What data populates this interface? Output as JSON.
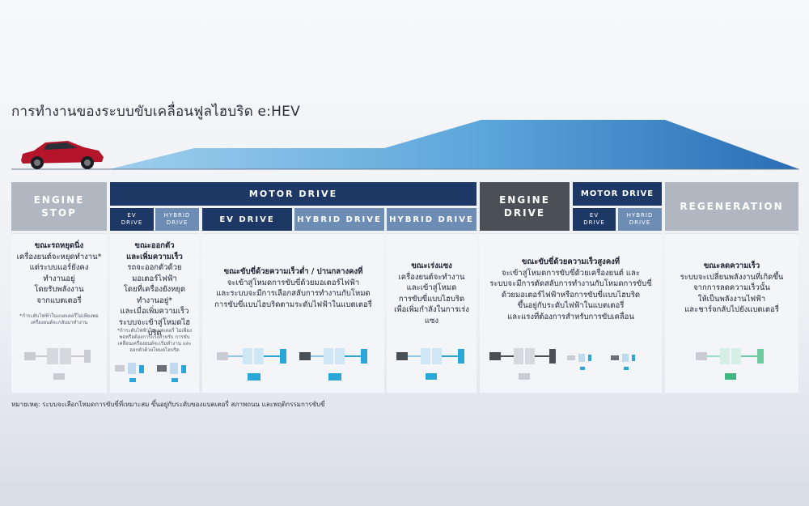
{
  "title": "การทำงานของระบบขับเคลื่อนฟูลไฮบริด e:HEV",
  "colors": {
    "dark_blue": "#1e3866",
    "light_blue": "#6d8db5",
    "grey": "#b1b7c1",
    "charcoal": "#4b4f56"
  },
  "headers": {
    "engine_stop": "ENGINE STOP",
    "motor_drive": "MOTOR DRIVE",
    "ev_drive_small_1": "EV DRIVE",
    "hybrid_drive_small_1": "HYBRID DRIVE",
    "ev_drive": "EV DRIVE",
    "hybrid_drive_1": "HYBRID DRIVE",
    "hybrid_drive_2": "HYBRID DRIVE",
    "engine_drive": "ENGINE DRIVE",
    "motor_drive_2": "MOTOR DRIVE",
    "ev_drive_small_2": "EV DRIVE",
    "hybrid_drive_small_2": "HYBRID DRIVE",
    "regeneration": "REGENERATION"
  },
  "panels": {
    "p1": {
      "heading": "ขณะรถหยุดนิ่ง",
      "lines": [
        "เครื่องยนต์จะหยุดทำงาน*",
        "แต่ระบบแอร์ยังคง",
        "ทำงานอยู่",
        "โดยรับพลังงาน",
        "จากแบตเตอรี่"
      ],
      "note": "*กำระดับไฟฟ้าในแบตเตอรี่ไม่เพียงพอ เครื่องยนต์จะกลับมาทำงาน"
    },
    "p2": {
      "heading": "ขณะออกตัว",
      "heading2": "และเพิ่มความเร็ว",
      "lines": [
        "รถจะออกตัวด้วย",
        "มอเตอร์ไฟฟ้า",
        "โดยที่เครื่องยังหยุด",
        "ทำงานอยู่*",
        "และเมื่อเพิ่มความเร็ว",
        "ระบบจะเข้าสู่โหมดไฮบริด"
      ],
      "note": "*ถ้าระดับไฟฟ้าในแบตเตอรี่ ไม่เพียงพอหรือต้องการแรงสำหรับ การขับเคลื่อนเครื่องยนต์จะเริ่มทำงาน และออกตัวด้วยโหมดไฮบริด"
    },
    "p3": {
      "heading": "ขณะขับขี่ด้วยความเร็วต่ำ / ปานกลางคงที่",
      "lines": [
        "จะเข้าสู่โหมดการขับขี่ด้วยมอเตอร์ไฟฟ้า",
        "และระบบจะมีการเลือกสลับการทำงานกับโหมด",
        "การขับขี่แบบไฮบริดตามระดับไฟฟ้าในแบตเตอรี่"
      ]
    },
    "p4": {
      "heading": "ขณะเร่งแซง",
      "lines": [
        "เครื่องยนต์จะทำงาน",
        "และเข้าสู่โหมด",
        "การขับขี่แบบไฮบริด",
        "เพื่อเพิ่มกำลังในการเร่งแซง"
      ]
    },
    "p5": {
      "heading": "ขณะขับขี่ด้วยความเร็วสูงคงที่",
      "lines": [
        "จะเข้าสู่โหมดการขับขี่ด้วยเครื่องยนต์ และ",
        "ระบบจะมีการตัดสลับการทำงานกับโหมดการขับขี่",
        "ด้วยมอเตอร์ไฟฟ้าหรือการขับขี่แบบไฮบริด",
        "ขึ้นอยู่กับระดับไฟฟ้าในแบตเตอรี่",
        "และแรงที่ต้องการสำหรับการขับเคลื่อน"
      ]
    },
    "p6": {
      "heading": "ขณะลดความเร็ว",
      "lines": [
        "ระบบจะเปลี่ยนพลังงานที่เกิดขึ้น",
        "จากการลดความเร็วนั้น",
        "ให้เป็นพลังงานไฟฟ้า",
        "และชาร์จกลับไปยังแบตเตอรี่"
      ]
    }
  },
  "footnote": "หมายเหตุ: ระบบจะเลือกโหมดการขับขี่ที่เหมาะสม ขึ้นอยู่กับระดับของแบตเตอรี่ สภาพถนน และพฤติกรรมการขับขี่"
}
